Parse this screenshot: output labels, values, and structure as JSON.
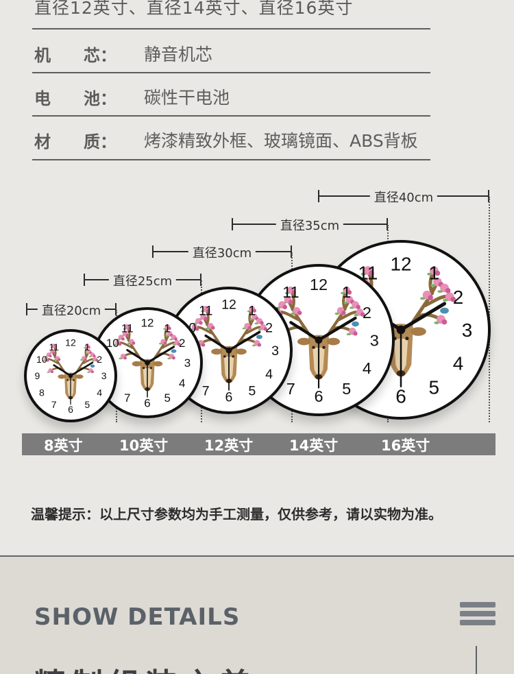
{
  "specs": {
    "size_line": "直径12英寸、直径14英寸、直径16英寸",
    "rows": [
      {
        "label": "机　　芯：",
        "value": "静音机芯"
      },
      {
        "label": "电　　池：",
        "value": "碳性干电池"
      },
      {
        "label": "材　　质：",
        "value": "烤漆精致外框、玻璃镜面、ABS背板"
      }
    ]
  },
  "dimensions": [
    "直径20cm",
    "直径25cm",
    "直径30cm",
    "直径35cm",
    "直径40cm"
  ],
  "sizes": [
    "8英寸",
    "10英寸",
    "12英寸",
    "14英寸",
    "16英寸"
  ],
  "tip": "温馨提示：以上尺寸参数均为手工测量，仅供参考，请以实物为准。",
  "section": {
    "heading": "SHOW  DETAILS",
    "title": "精制组装之美"
  },
  "clock_numerals": [
    "12",
    "1",
    "2",
    "3",
    "4",
    "5",
    "6",
    "7",
    "8",
    "9",
    "10",
    "11"
  ],
  "colors": {
    "background": "#e9e8e4",
    "lower_background": "#dddad3",
    "band": "#7c7c7c",
    "heading": "#5b6169"
  }
}
